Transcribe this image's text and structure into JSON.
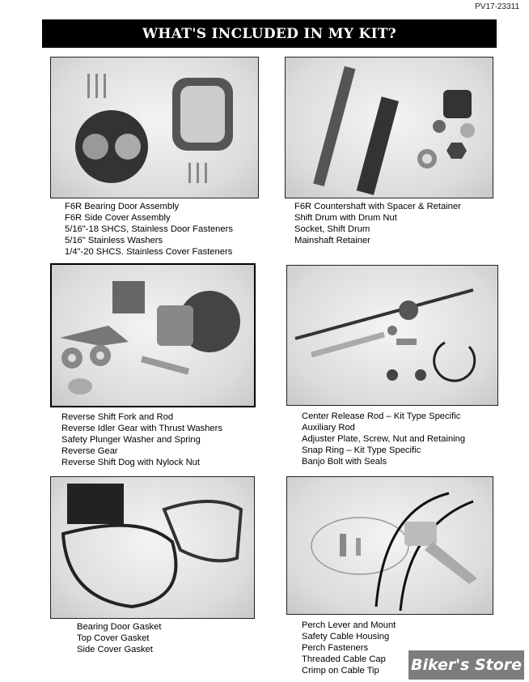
{
  "doc_number": "PV17-23311",
  "title": "WHAT'S INCLUDED IN MY KIT?",
  "panels": [
    {
      "items": [
        "F6R Bearing Door Assembly",
        "F6R Side Cover Assembly",
        "5/16\"-18 SHCS, Stainless Door Fasteners",
        "5/16\" Stainless Washers",
        "1/4\"-20 SHCS. Stainless Cover Fasteners"
      ]
    },
    {
      "items": [
        "F6R Countershaft with Spacer & Retainer",
        "Shift Drum with Drum Nut",
        "Socket, Shift Drum",
        "Mainshaft Retainer"
      ]
    },
    {
      "items": [
        "Reverse Shift Fork and Rod",
        "Reverse Idler Gear with Thrust Washers",
        "Safety Plunger Washer and Spring",
        "Reverse Gear",
        "Reverse Shift Dog with Nylock Nut"
      ]
    },
    {
      "items": [
        "Center Release Rod – Kit Type Specific",
        "Auxiliary Rod",
        "Adjuster Plate, Screw, Nut and Retaining",
        "Snap Ring – Kit Type Specific",
        "Banjo Bolt with Seals"
      ]
    },
    {
      "items": [
        "Bearing Door Gasket",
        "Top Cover Gasket",
        "Side Cover Gasket"
      ]
    },
    {
      "items": [
        "Perch Lever and Mount",
        "Safety Cable Housing",
        "Perch Fasteners",
        "Threaded Cable Cap",
        "Crimp on Cable Tip"
      ]
    }
  ],
  "watermark": "Biker's Store"
}
